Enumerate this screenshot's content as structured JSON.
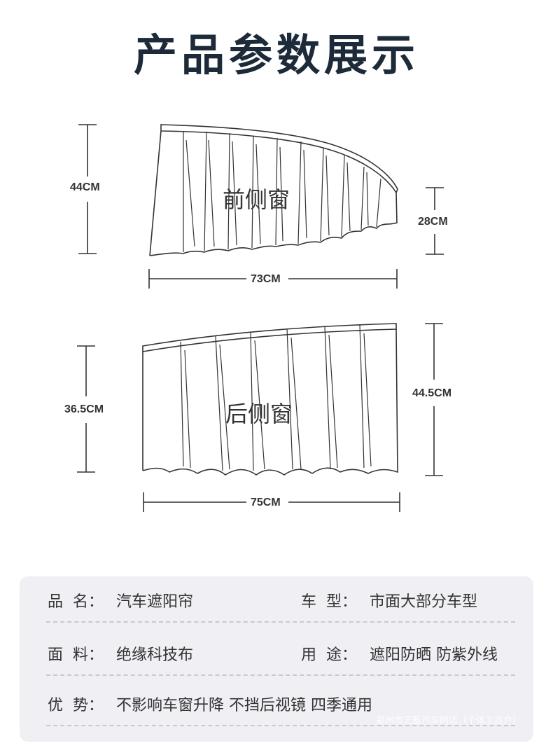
{
  "title": "产品参数展示",
  "front_window": {
    "label": "前侧窗",
    "height_left": "44CM",
    "height_right": "28CM",
    "width": "73CM"
  },
  "rear_window": {
    "label": "后侧窗",
    "height_left": "36.5CM",
    "height_right": "44.5CM",
    "width": "75CM"
  },
  "specs": {
    "name_key": "品  名：",
    "name_val": "汽车遮阳帘",
    "model_key": "车  型：",
    "model_val": "市面大部分车型",
    "material_key": "面  料：",
    "material_val": "绝缘科技布",
    "use_key": "用  途：",
    "use_val": "遮阳防晒 防紫外线",
    "adv_key": "优  势：",
    "adv_val": "不影响车窗升降 不挡后视镜 四季通用"
  },
  "watermark": "郑州市艺藍汽车网店（个体工商户）"
}
